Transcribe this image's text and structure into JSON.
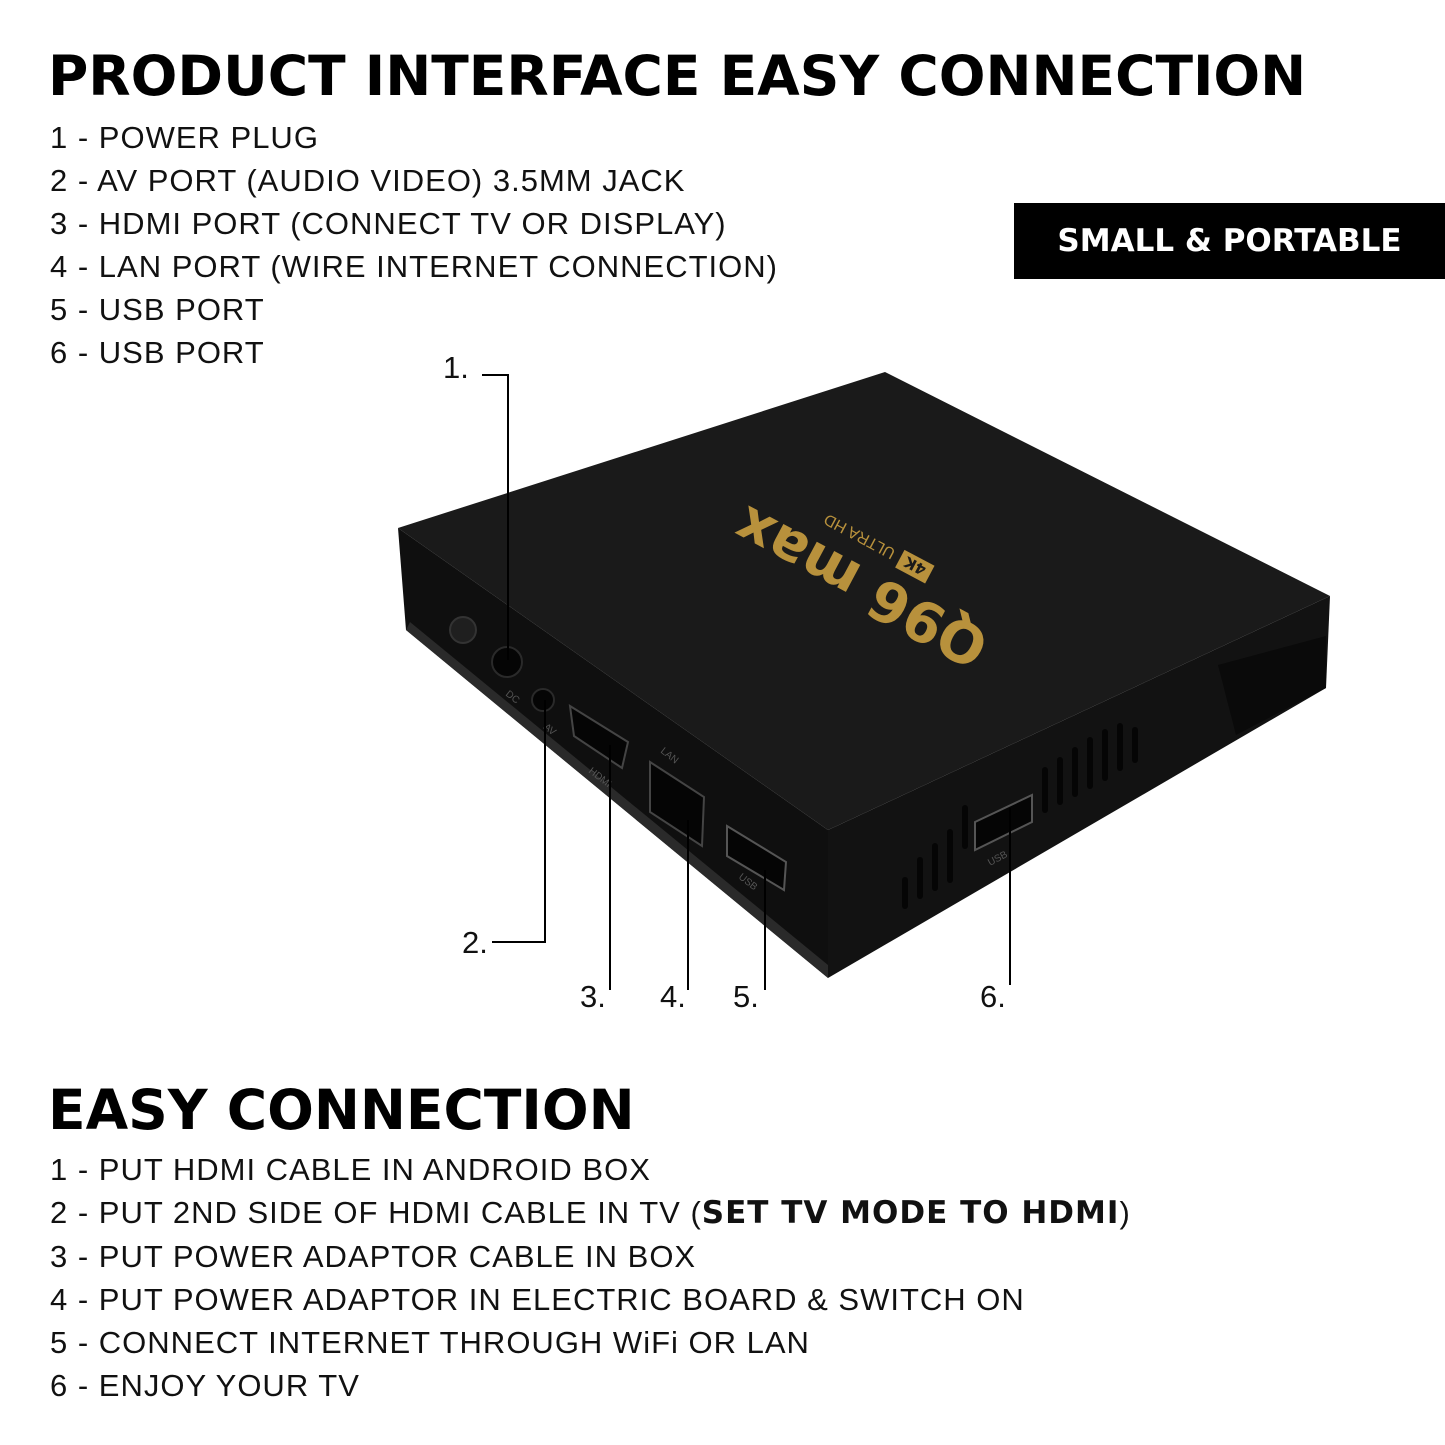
{
  "header": {
    "title": "PRODUCT INTERFACE EASY CONNECTION",
    "badge": "SMALL & PORTABLE"
  },
  "ports": [
    "1 - POWER PLUG",
    "2 - AV PORT (AUDIO VIDEO) 3.5MM JACK",
    "3 - HDMI PORT (CONNECT TV OR DISPLAY)",
    "4 - LAN PORT (WIRE INTERNET CONNECTION)",
    "5 - USB PORT",
    "6 - USB PORT"
  ],
  "callouts": [
    "1.",
    "2.",
    "3.",
    "4.",
    "5.",
    "6."
  ],
  "device": {
    "brand": "Q96 max",
    "badge": "4K",
    "subtitle": "ULTRA HD",
    "port_labels": [
      "DC",
      "AV",
      "HDMI",
      "LAN",
      "USB",
      "USB"
    ]
  },
  "connection": {
    "title": "EASY CONNECTION",
    "steps": [
      {
        "pre": "1 - PUT HDMI CABLE IN ANDROID BOX",
        "bold": "",
        "post": ""
      },
      {
        "pre": "2 - PUT 2ND SIDE OF HDMI CABLE IN TV (",
        "bold": "SET TV MODE TO HDMI",
        "post": ")"
      },
      {
        "pre": "3 - PUT POWER ADAPTOR CABLE IN BOX",
        "bold": "",
        "post": ""
      },
      {
        "pre": "4 - PUT POWER ADAPTOR IN ELECTRIC BOARD & SWITCH ON",
        "bold": "",
        "post": ""
      },
      {
        "pre": "5 - CONNECT INTERNET THROUGH WiFi OR LAN",
        "bold": "",
        "post": ""
      },
      {
        "pre": "6 - ENJOY YOUR TV",
        "bold": "",
        "post": ""
      }
    ]
  },
  "colors": {
    "box": "#141414",
    "gold": "#b8913c",
    "badge_bg": "#000000",
    "badge_text": "#ffffff"
  }
}
